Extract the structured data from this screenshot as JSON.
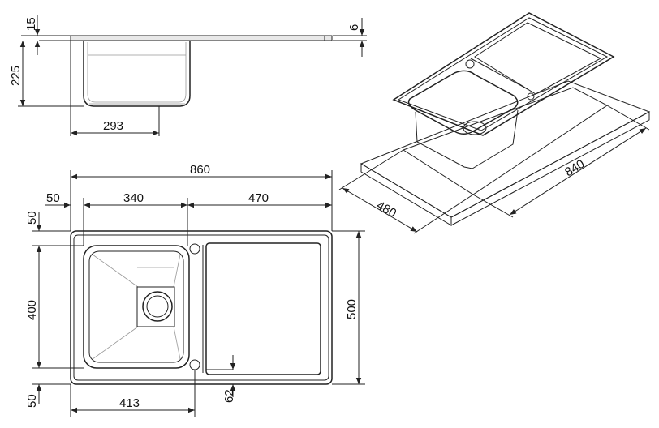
{
  "drawing": {
    "side_view": {
      "rim_thickness": "15",
      "drainer_thickness": "6",
      "bowl_depth": "225",
      "bowl_width": "293"
    },
    "top_view": {
      "overall_length": "860",
      "left_margin": "50",
      "bowl_width": "340",
      "drainer_length": "470",
      "top_margin": "50",
      "bowl_height": "400",
      "overall_width": "500",
      "bottom_margin": "50",
      "waste_offset": "413",
      "drainer_gap": "62"
    },
    "cutout_view": {
      "cutout_length": "840",
      "cutout_width": "480"
    }
  }
}
